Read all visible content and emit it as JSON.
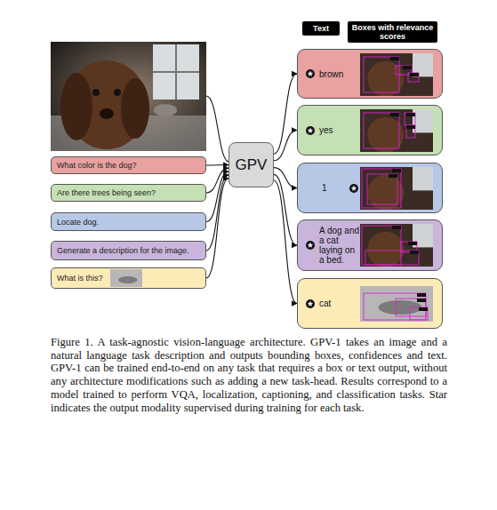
{
  "diagram": {
    "caption": "Figure 1. A task-agnostic vision-language architecture. GPV-1 takes an image and a natural language task description and outputs bounding boxes, confidences and text. GPV-1 can be trained end-to-end on any task that requires a box or text output, without any architecture modifications such as adding a new task-head. Results correspond to a model trained to perform VQA, localization, captioning, and classification tasks. Star indicates the output modality supervised during training for each task.",
    "nodes": [
      {
        "text": [
          "What color is the dog?"
        ]
      },
      {
        "text": [
          "Are there trees being seen?"
        ]
      },
      {
        "text": [
          "Locate dog."
        ]
      },
      {
        "text": [
          "Generate a description for the image."
        ]
      },
      {
        "text": [
          "What is this?"
        ]
      },
      {
        "text": [
          "GPV"
        ]
      },
      {
        "text": [
          "Text"
        ]
      },
      {
        "text": [
          "Boxes with relevance scores"
        ]
      },
      {
        "text": [
          "brown"
        ]
      },
      {
        "text": [
          "yes"
        ]
      },
      {
        "text": [
          "1"
        ]
      },
      {
        "text": [
          "A dog and a cat laying on a bed."
        ]
      },
      {
        "text": [
          "cat"
        ]
      }
    ],
    "edges": [
      {
        "from": 0,
        "to": 5,
        "arrow": "to"
      },
      {
        "from": 1,
        "to": 5,
        "arrow": "to"
      },
      {
        "from": 2,
        "to": 5,
        "arrow": "to"
      },
      {
        "from": 3,
        "to": 5,
        "arrow": "to"
      },
      {
        "from": 4,
        "to": 5,
        "arrow": "to"
      },
      {
        "from": 5,
        "to": 8,
        "arrow": "to"
      },
      {
        "from": 5,
        "to": 9,
        "arrow": "to"
      },
      {
        "from": 5,
        "to": 10,
        "arrow": "to"
      },
      {
        "from": 5,
        "to": 11,
        "arrow": "to"
      },
      {
        "from": 5,
        "to": 12,
        "arrow": "to"
      }
    ]
  }
}
